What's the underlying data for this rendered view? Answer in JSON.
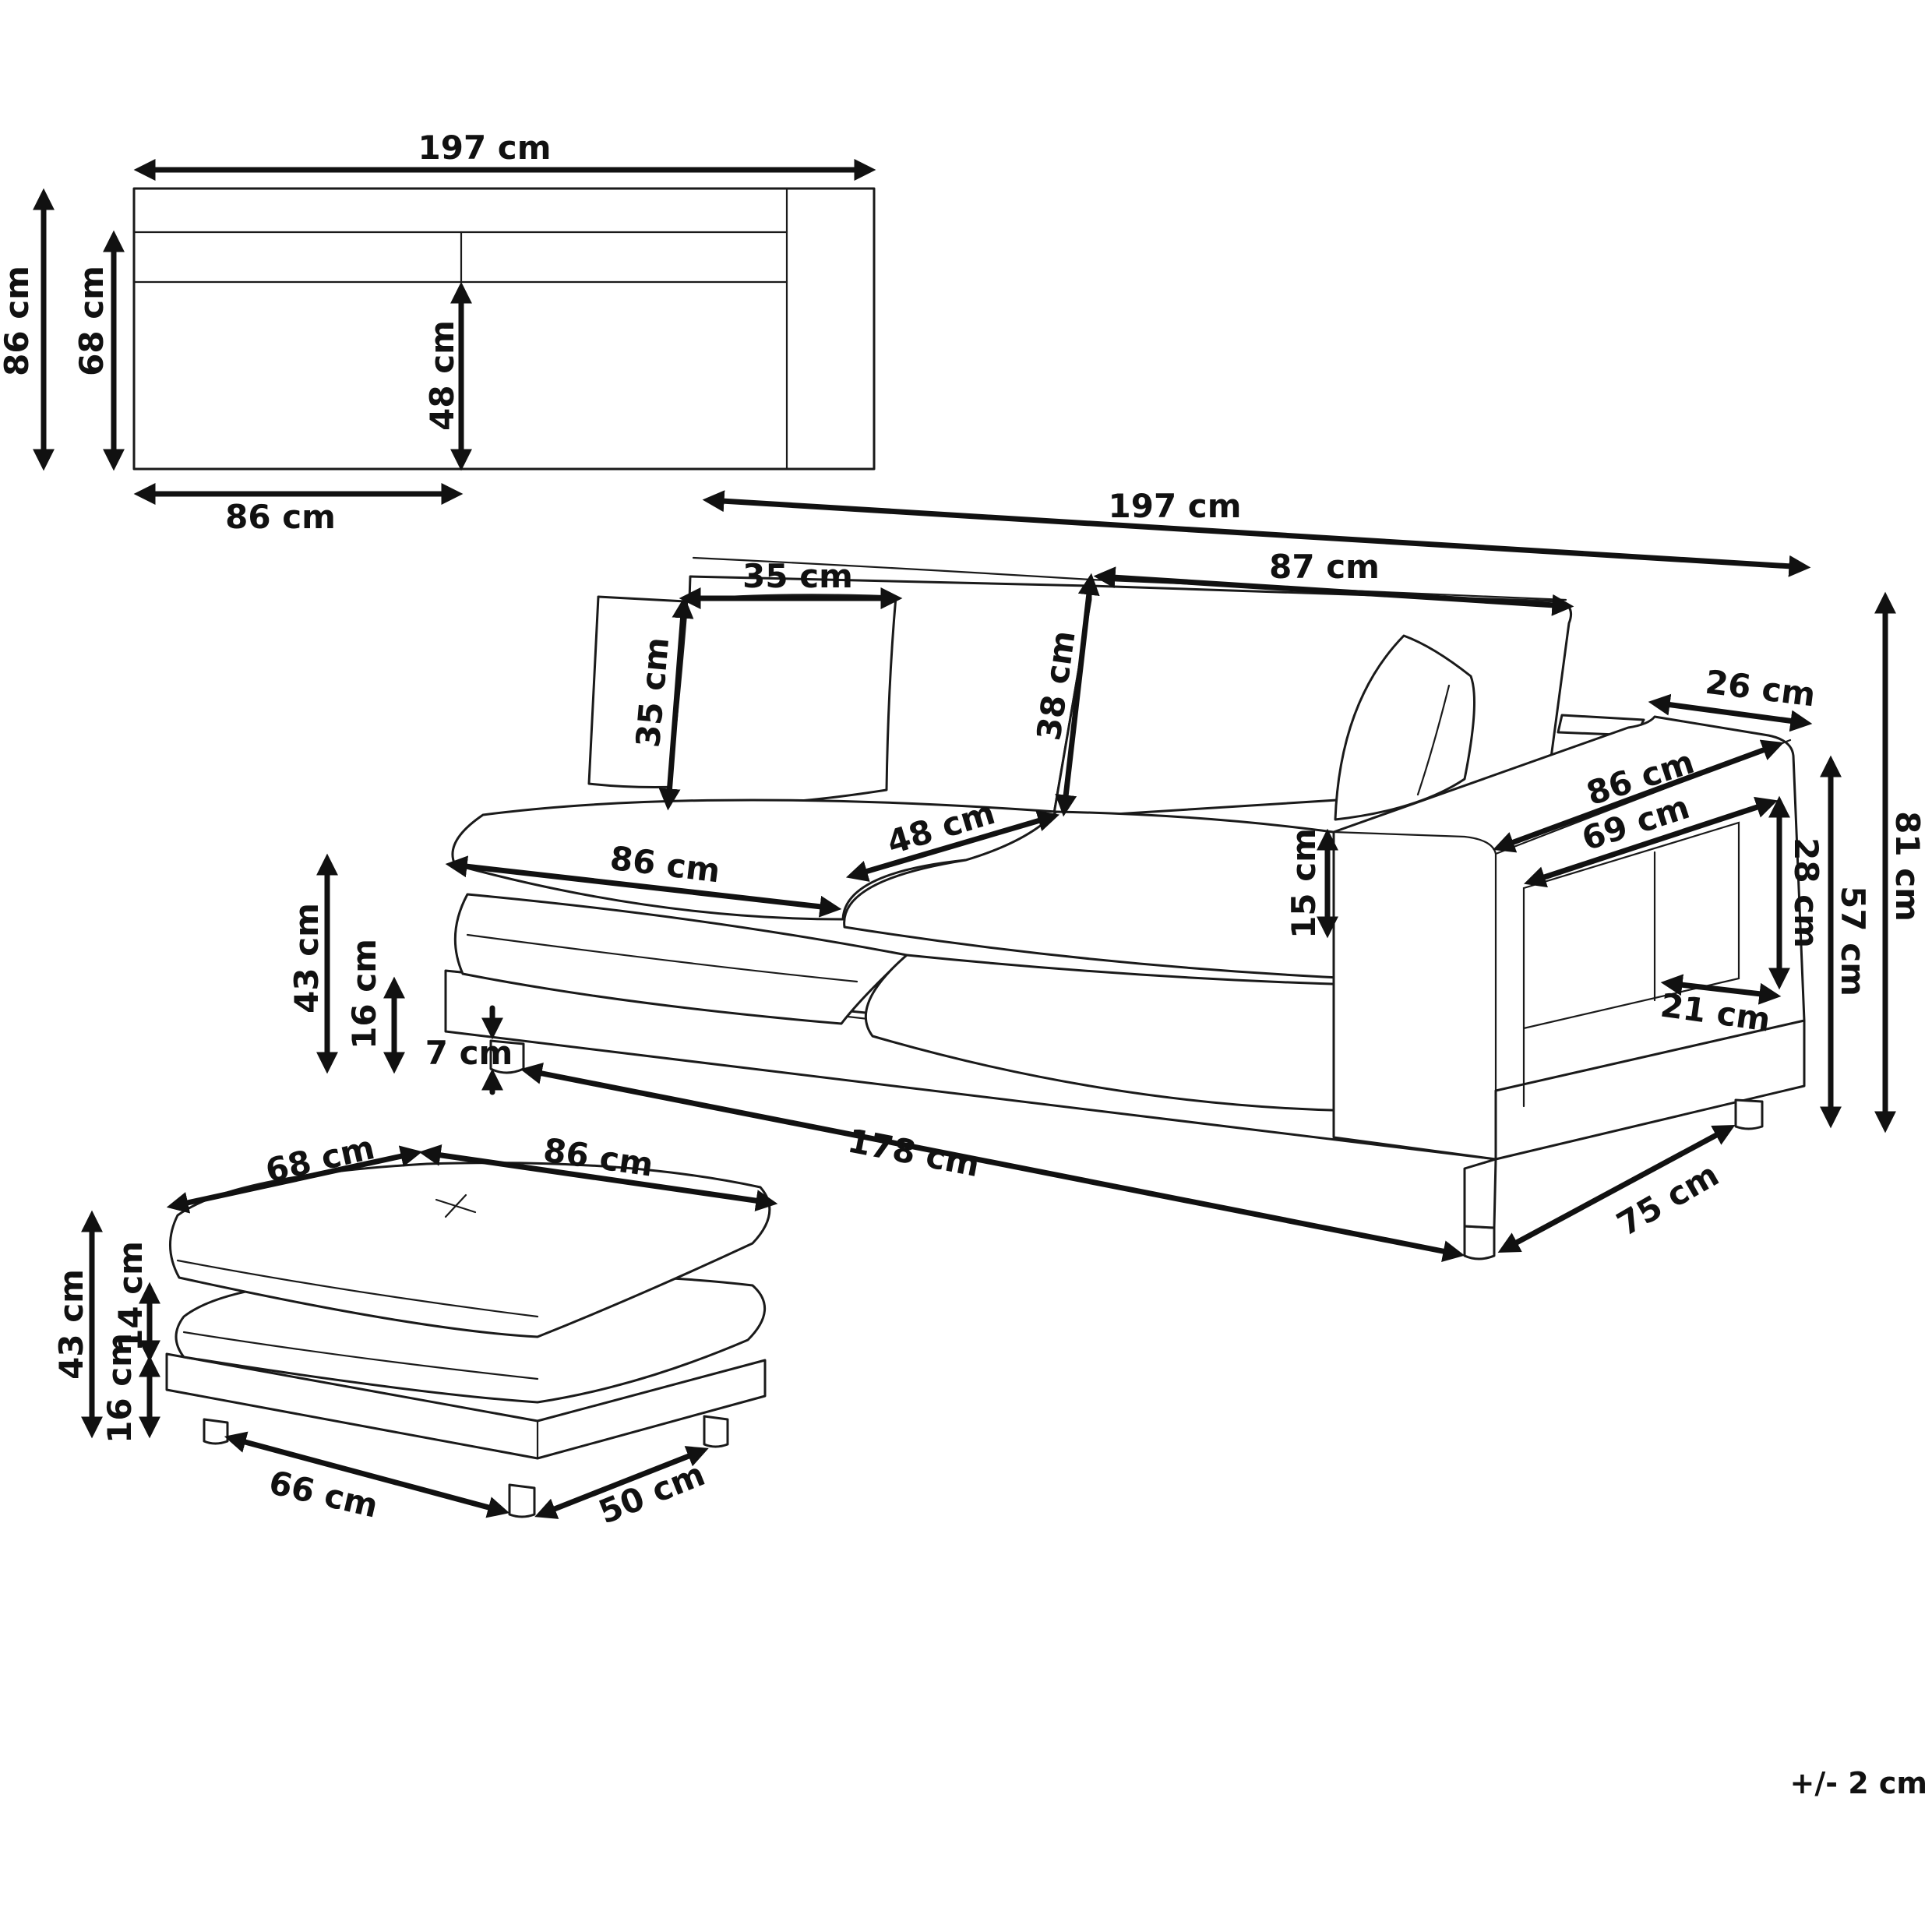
{
  "top_view": {
    "width": "197 cm",
    "depth": "86 cm",
    "seat_depth": "68 cm",
    "seat_cushion_depth": "48 cm",
    "seat_width": "86 cm"
  },
  "sofa": {
    "width": "197 cm",
    "cushion_width": "35 cm",
    "cushion_height": "35 cm",
    "back_cushion_height": "38 cm",
    "back_cushion_width": "87 cm",
    "armrest_width": "26 cm",
    "armrest_depth": "86 cm",
    "shelf_width": "69 cm",
    "shelf_height": "28 cm",
    "shelf_depth": "21 cm",
    "armrest_height": "57 cm",
    "total_height": "81 cm",
    "seat_width": "86 cm",
    "seat_depth": "48 cm",
    "cushion_thickness": "15 cm",
    "seat_height": "43 cm",
    "base_height": "16 cm",
    "leg_height": "7 cm",
    "base_width": "178 cm",
    "base_depth": "75 cm"
  },
  "ottoman": {
    "depth": "68 cm",
    "width": "86 cm",
    "height": "43 cm",
    "cushion_height": "14 cm",
    "base_height": "16 cm",
    "base_width": "66 cm",
    "base_depth": "50 cm"
  },
  "tolerance": "+/- 2 cm"
}
